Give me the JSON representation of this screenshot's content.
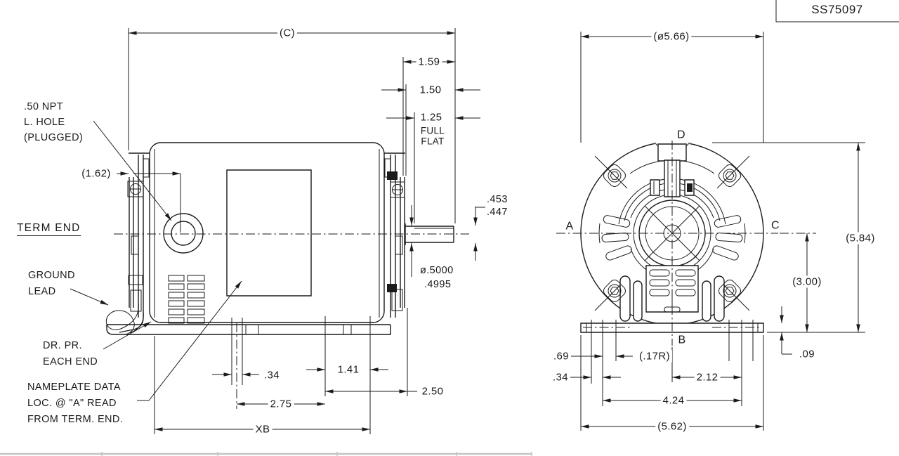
{
  "title_block": {
    "drawing_number": "SS75097"
  },
  "side_view": {
    "dims": {
      "c": "(C)",
      "d159": "1.59",
      "d150": "1.50",
      "d125": "1.25",
      "full": "FULL",
      "flat": "FLAT",
      "d162": "(1.62)",
      "d453": ".453",
      "d447": ".447",
      "dia5000": "ø.5000",
      "dia4995": ".4995",
      "d34": ".34",
      "d141": "1.41",
      "d250": "2.50",
      "d275": "2.75",
      "xb": "XB"
    },
    "notes": {
      "npt1": ".50 NPT",
      "npt2": "L. HOLE",
      "npt3": "(PLUGGED)",
      "term_end": "TERM END",
      "ground1": "GROUND",
      "ground2": "LEAD",
      "drpr1": "DR. PR.",
      "drpr2": "EACH END",
      "np1": "NAMEPLATE DATA",
      "np2": "LOC. @ \"A\" READ",
      "np3": "FROM TERM. END."
    }
  },
  "end_view": {
    "labels": {
      "a": "A",
      "b": "B",
      "c": "C",
      "d": "D"
    },
    "dims": {
      "dia566": "(ø5.66)",
      "d584": "(5.84)",
      "d300": "(3.00)",
      "d09": ".09",
      "d69": ".69",
      "d34": ".34",
      "d17r": "(.17R)",
      "d212": "2.12",
      "d424": "4.24",
      "d562": "(5.62)"
    }
  }
}
